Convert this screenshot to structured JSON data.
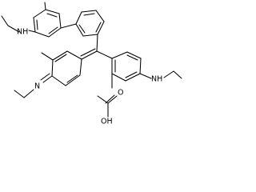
{
  "figure": {
    "type": "chemical-structure",
    "labels": {
      "nh_top": "NH",
      "n_imine": "N",
      "nh_right": "NH",
      "oh": "OH",
      "o": "O"
    }
  }
}
